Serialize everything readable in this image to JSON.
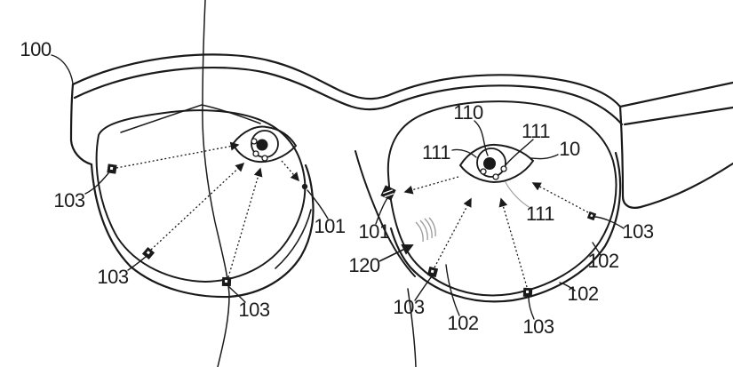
{
  "figure": {
    "kind": "patent-line-drawing",
    "background": "#ffffff",
    "ink": "#1a1a1a",
    "thin_gray": "#9a9a9a"
  },
  "labels": [
    {
      "text": "100"
    },
    {
      "text": "103"
    },
    {
      "text": "103"
    },
    {
      "text": "103"
    },
    {
      "text": "101"
    },
    {
      "text": "101"
    },
    {
      "text": "120"
    },
    {
      "text": "110"
    },
    {
      "text": "111"
    },
    {
      "text": "111"
    },
    {
      "text": "10"
    },
    {
      "text": "111"
    },
    {
      "text": "103"
    },
    {
      "text": "102"
    },
    {
      "text": "103"
    },
    {
      "text": "102"
    },
    {
      "text": "102"
    },
    {
      "text": "103"
    }
  ],
  "icons": {
    "eye": "eye-icon",
    "sensor": "sensor-square-icon",
    "hatched_sensor": "hatched-sensor-icon",
    "sensor_dot": "sensor-dot-icon",
    "light_path": "dotted-arrow",
    "vibration": "vibration-arcs-icon"
  }
}
